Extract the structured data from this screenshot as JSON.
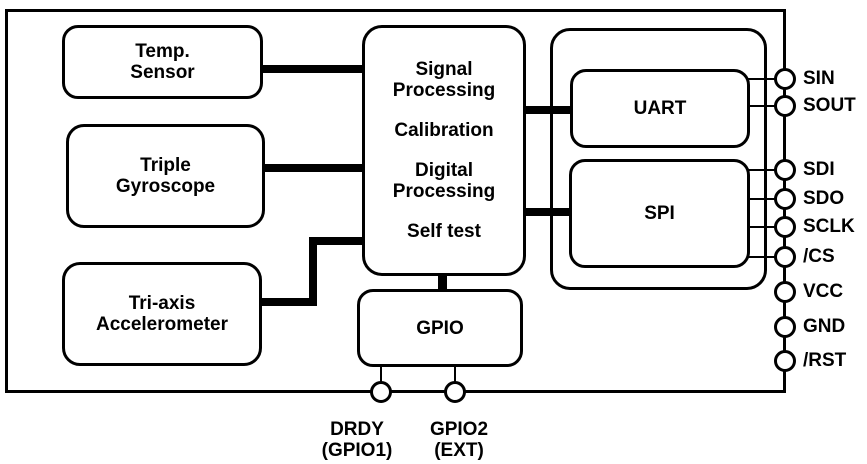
{
  "blocks": {
    "temp_sensor": "Temp.\nSensor",
    "triple_gyroscope": "Triple\nGyroscope",
    "tri_axis_accelerometer": "Tri-axis\nAccelerometer",
    "core": [
      "Signal\nProcessing",
      "Calibration",
      "Digital\nProcessing",
      "Self test"
    ],
    "uart": "UART",
    "spi": "SPI",
    "gpio": "GPIO"
  },
  "pins": {
    "right": [
      "SIN",
      "SOUT",
      "SDI",
      "SDO",
      "SCLK",
      "/CS",
      "VCC",
      "GND",
      "/RST"
    ],
    "bottom": [
      "DRDY\n(GPIO1)",
      "GPIO2\n(EXT)"
    ]
  },
  "colors": {
    "line": "#000000",
    "background": "#ffffff"
  }
}
